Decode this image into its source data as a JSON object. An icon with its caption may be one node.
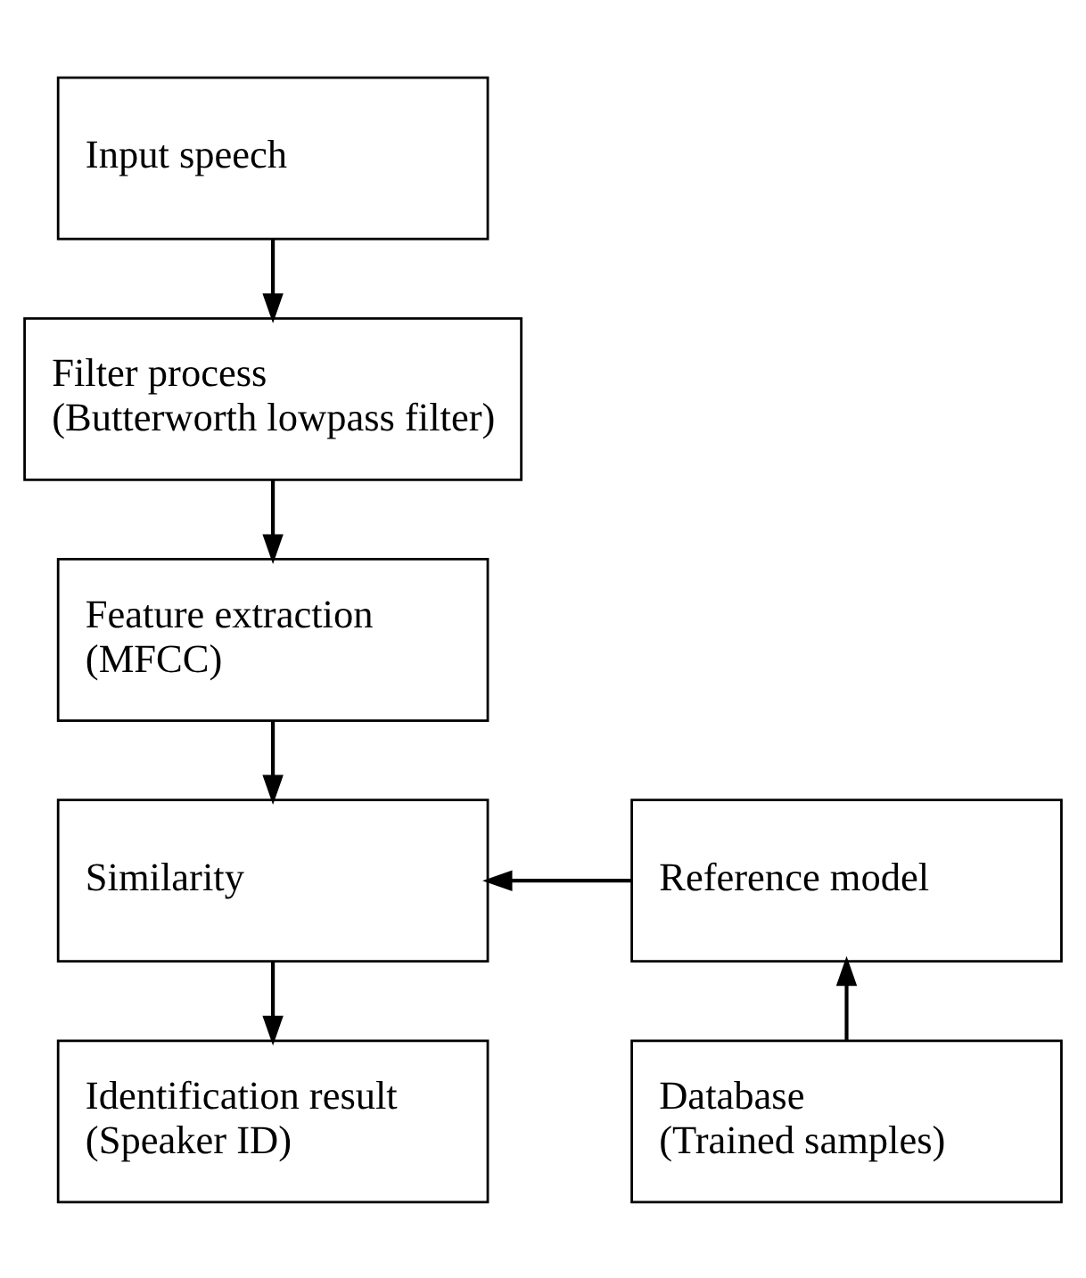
{
  "diagram": {
    "nodes": [
      {
        "text": [
          "Input speech"
        ]
      },
      {
        "text": [
          "Filter process",
          "(Butterworth lowpass filter)"
        ]
      },
      {
        "text": [
          "Feature extraction",
          "(MFCC)"
        ]
      },
      {
        "text": [
          "Similarity"
        ]
      },
      {
        "text": [
          "Reference model"
        ]
      },
      {
        "text": [
          "Identification result",
          "(Speaker ID)"
        ]
      },
      {
        "text": [
          "Database",
          "(Trained samples)"
        ]
      }
    ],
    "edges": [
      {
        "from": 0,
        "to": 1,
        "arrow": "to"
      },
      {
        "from": 1,
        "to": 2,
        "arrow": "to"
      },
      {
        "from": 2,
        "to": 3,
        "arrow": "to"
      },
      {
        "from": 4,
        "to": 3,
        "arrow": "to"
      },
      {
        "from": 3,
        "to": 5,
        "arrow": "to"
      },
      {
        "from": 6,
        "to": 4,
        "arrow": "to"
      }
    ]
  }
}
